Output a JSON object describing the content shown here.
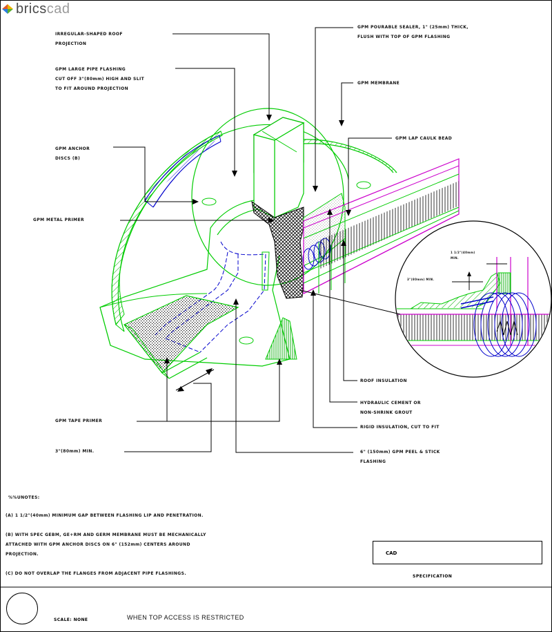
{
  "app": {
    "logo_text": "bricscad",
    "logo_prefix": "brics",
    "logo_suffix": "cad"
  },
  "labels": {
    "roof_projection_1": "IRREGULAR-SHAPED ROOF",
    "roof_projection_2": "PROJECTION",
    "pipe_flashing_1": "GPM LARGE PIPE FLASHING",
    "pipe_flashing_2": "CUT OFF 3\"(80mm) HIGH AND SLIT",
    "pipe_flashing_3": "TO FIT AROUND PROJECTION",
    "anchor_discs_1": "GPM ANCHOR",
    "anchor_discs_2": "DISCS (B)",
    "metal_primer": "GPM METAL PRIMER",
    "pourable_sealer_1": "GPM POURABLE SEALER, 1\" (25mm) THICK,",
    "pourable_sealer_2": "FLUSH WITH TOP OF GPM FLASHING",
    "membrane": "GPM MEMBRANE",
    "lap_caulk": "GPM LAP CAULK BEAD",
    "roof_insulation": "ROOF INSULATION",
    "hydraulic_cement_1": "HYDRAULIC CEMENT OR",
    "hydraulic_cement_2": "NON-SHRINK GROUT",
    "rigid_insulation": "RIGID INSULATION, CUT TO FIT",
    "peel_stick_1": "6\" (150mm) GPM PEEL & STICK",
    "peel_stick_2": "FLASHING",
    "tape_primer": "GPM TAPE PRIMER",
    "min_3in": "3\"(80mm) MIN.",
    "detail_dim_1": "1 1/2\"(40mm)",
    "detail_dim_2": "MIN.",
    "detail_dim_3": "3\"(80mm) MIN."
  },
  "notes": {
    "heading": "%%UNOTES:",
    "a": "(A) 1 1/2\"(40mm) MINIMUM GAP BETWEEN FLASHING LIP AND PENETRATION.",
    "b1": "(B) WITH SPEC GEBM, GE+RM AND GERM MEMBRANE MUST BE MECHANICALLY",
    "b2": "ATTACHED WITH GPM ANCHOR DISCS ON 6\" (152mm) CENTERS AROUND",
    "b3": "PROJECTION.",
    "c": "(C) DO NOT OVERLAP THE FLANGES FROM ADJACENT PIPE FLASHINGS."
  },
  "title_block": {
    "cad_label": "CAD",
    "specification": "SPECIFICATION",
    "scale": "SCALE: NONE",
    "drawing_title": "WHEN TOP ACCESS IS RESTRICTED"
  },
  "colors": {
    "green": "#00cc00",
    "blue": "#0000cc",
    "magenta": "#cc00cc",
    "leader": "#000000"
  }
}
